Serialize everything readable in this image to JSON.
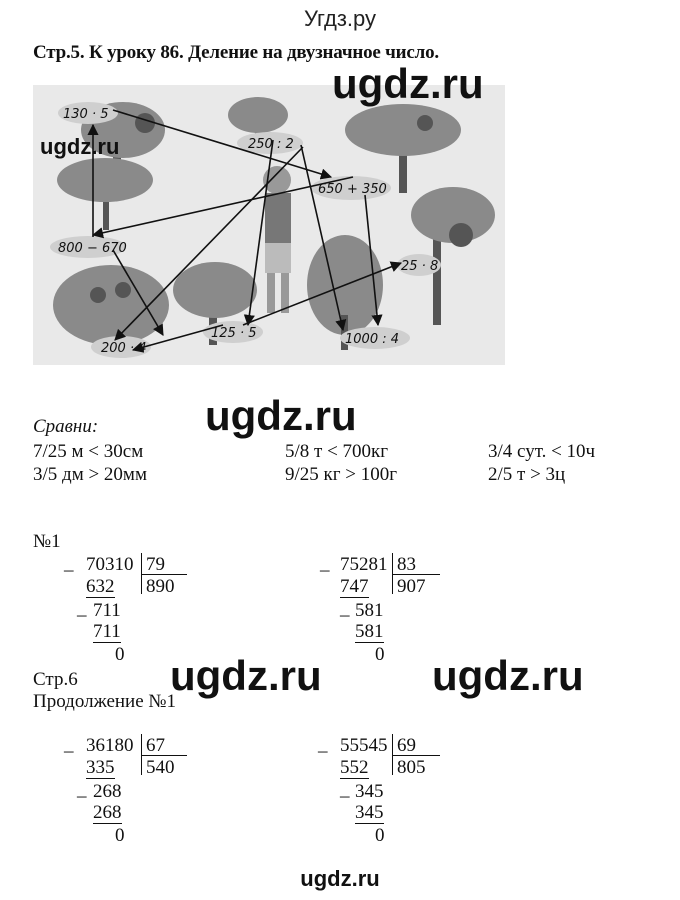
{
  "header": {
    "site": "Угдз.ру"
  },
  "title": "Стр.5. К уроку 86. Деление на двузначное число.",
  "watermark": "ugdz.ru",
  "illustration": {
    "labels": [
      "130 · 5",
      "250 : 2",
      "650 + 350",
      "800 − 670",
      "25 · 8",
      "200 · 4",
      "125 · 5",
      "1000 : 4"
    ]
  },
  "compare": {
    "heading": "Сравни:",
    "rows": [
      [
        "7/25 м < 30см",
        "5/8 т < 700кг",
        "3/4 сут. < 10ч"
      ],
      [
        "3/5 дм > 20мм",
        "9/25 кг > 100г",
        "2/5 т > 3ц"
      ]
    ]
  },
  "task1": {
    "label": "№1",
    "divisions": [
      {
        "dividend": "70310",
        "divisor": "79",
        "quotient": "890",
        "steps": [
          "632",
          "711",
          "711",
          "0"
        ]
      },
      {
        "dividend": "75281",
        "divisor": "83",
        "quotient": "907",
        "steps": [
          "747",
          "581",
          "581",
          "0"
        ]
      }
    ]
  },
  "page6": {
    "label": "Стр.6",
    "continuation": "Продолжение №1",
    "divisions": [
      {
        "dividend": "36180",
        "divisor": "67",
        "quotient": "540",
        "steps": [
          "335",
          "268",
          "268",
          "0"
        ]
      },
      {
        "dividend": "55545",
        "divisor": "69",
        "quotient": "805",
        "steps": [
          "552",
          "345",
          "345",
          "0"
        ]
      }
    ]
  },
  "footer": {
    "site": "ugdz.ru"
  }
}
